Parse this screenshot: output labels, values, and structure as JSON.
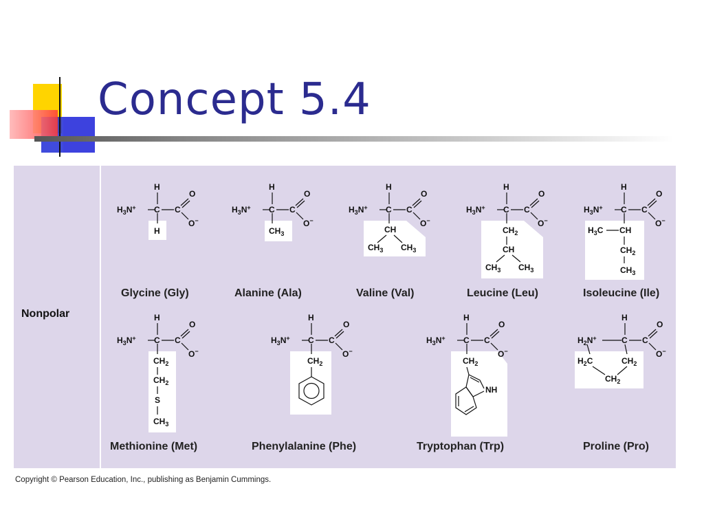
{
  "slide": {
    "title": "Concept 5.4",
    "copyright": "Copyright © Pearson Education, Inc., publishing as Benjamin Cummings."
  },
  "figure": {
    "category": "Nonpolar",
    "amino_acids": [
      {
        "name": "Glycine (Gly)"
      },
      {
        "name": "Alanine (Ala)"
      },
      {
        "name": "Valine (Val)"
      },
      {
        "name": "Leucine (Leu)"
      },
      {
        "name": "Isoleucine (Ile)"
      },
      {
        "name": "Methionine (Met)"
      },
      {
        "name": "Phenylalanine (Phe)"
      },
      {
        "name": "Tryptophan (Trp)"
      },
      {
        "name": "Proline (Pro)"
      }
    ],
    "labels": {
      "amine": "H3N+",
      "proline_amine": "H2N+",
      "carbon": "C",
      "hydrogen": "H",
      "oxygen": "O",
      "carboxylate": "O−",
      "methyl": "CH3",
      "methylene": "CH2",
      "methine": "CH",
      "sulfur": "S",
      "indole_nh": "NH",
      "ring_methylene": "H2C"
    }
  }
}
